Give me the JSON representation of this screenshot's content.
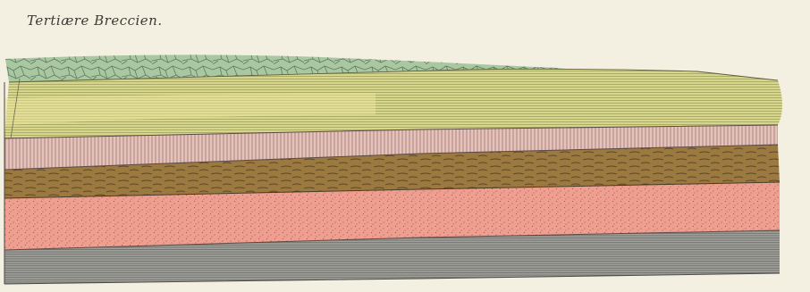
{
  "plate": {
    "title": "Tertiære Breccien."
  },
  "layers": [
    {
      "name": "breccia-layer",
      "fill": "#a9c7a0",
      "line": "#5f7a63",
      "pattern": "breccia"
    },
    {
      "name": "yellow-layer",
      "fill": "#d7d78b",
      "line": "#8f8d55",
      "pattern": "horizontal-lines"
    },
    {
      "name": "pink-vertical-layer",
      "fill": "#e7c2bb",
      "line": "#9b7771",
      "pattern": "vertical-lines"
    },
    {
      "name": "brown-layer",
      "fill": "#9c7a3f",
      "line": "#5a4524",
      "pattern": "dashes"
    },
    {
      "name": "salmon-layer",
      "fill": "#ef9e8f",
      "line": "#7a4d43",
      "pattern": "dots"
    },
    {
      "name": "gray-layer",
      "fill": "#9e9e9a",
      "line": "#666661",
      "pattern": "horizontal-lines"
    }
  ],
  "colors": {
    "paper": "#f3efe1",
    "ink": "#3f3a34"
  }
}
